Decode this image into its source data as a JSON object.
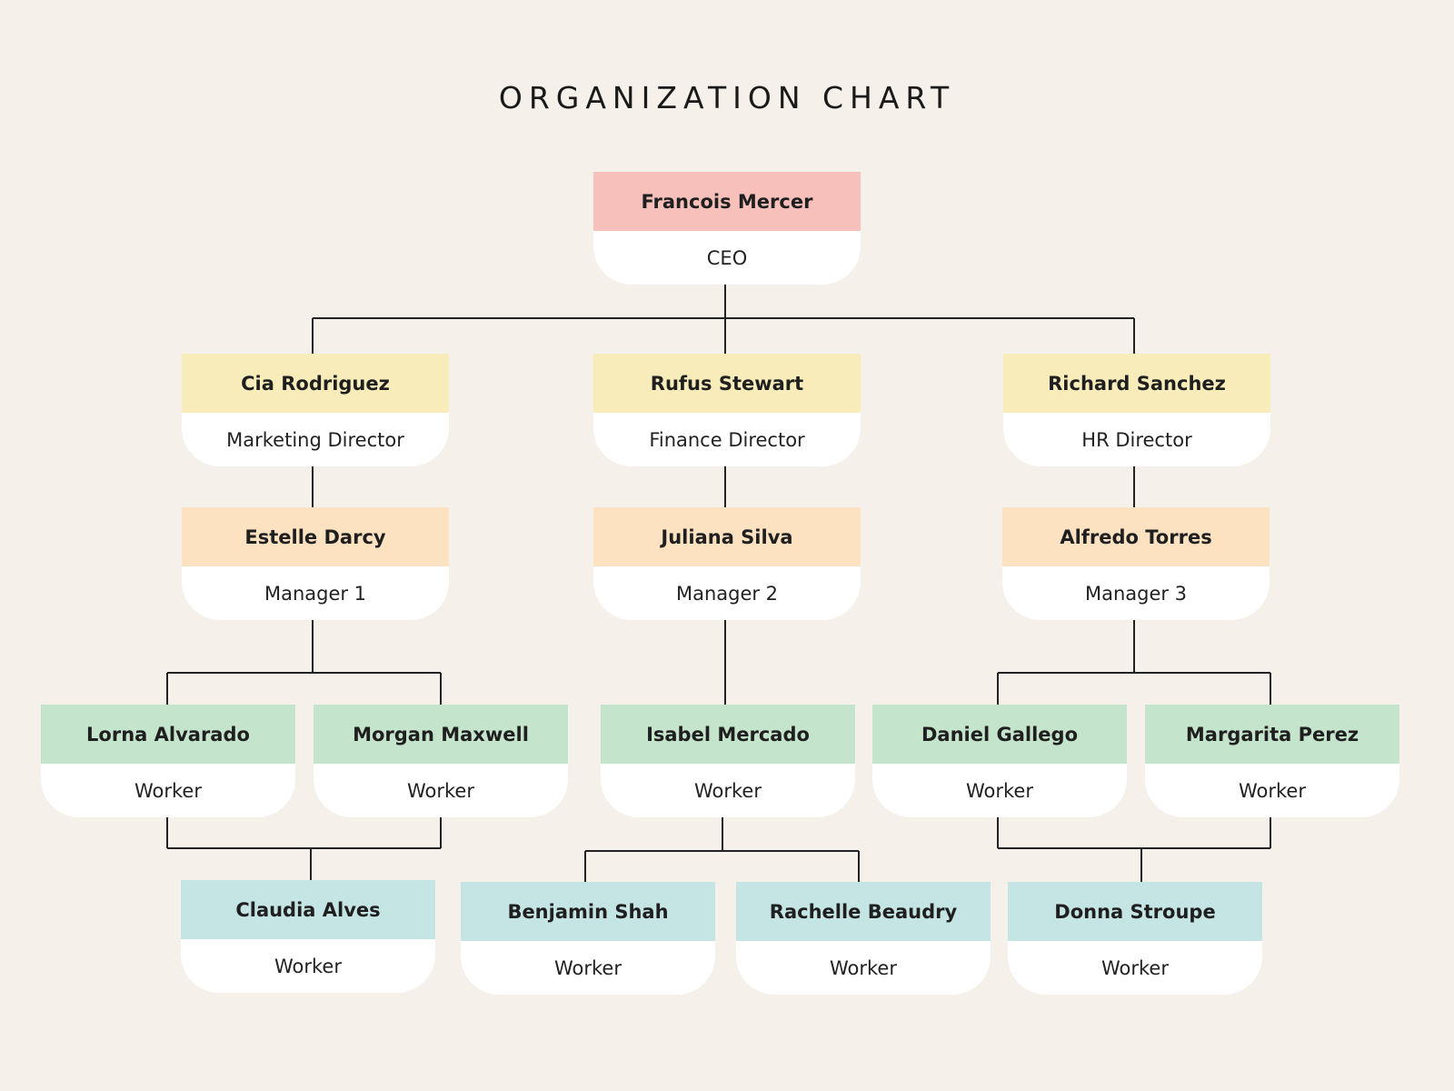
{
  "title": "ORGANIZATION CHART",
  "colors": {
    "background": "#f5f0ea",
    "ceo": "#f8c0bb",
    "director": "#f8edba",
    "manager": "#fce2c1",
    "worker": "#c4e5cc",
    "subworker": "#c5e5e4",
    "card": "#ffffff",
    "line": "#222222"
  },
  "ceo": {
    "name": "Francois Mercer",
    "role": "CEO"
  },
  "directors": [
    {
      "name": "Cia Rodriguez",
      "role": "Marketing Director"
    },
    {
      "name": "Rufus Stewart",
      "role": "Finance Director"
    },
    {
      "name": "Richard Sanchez",
      "role": "HR Director"
    }
  ],
  "managers": [
    {
      "name": "Estelle Darcy",
      "role": "Manager 1"
    },
    {
      "name": "Juliana Silva",
      "role": "Manager 2"
    },
    {
      "name": "Alfredo Torres",
      "role": "Manager 3"
    }
  ],
  "workers": [
    {
      "name": "Lorna Alvarado",
      "role": "Worker"
    },
    {
      "name": "Morgan Maxwell",
      "role": "Worker"
    },
    {
      "name": "Isabel Mercado",
      "role": "Worker"
    },
    {
      "name": "Daniel Gallego",
      "role": "Worker"
    },
    {
      "name": "Margarita Perez",
      "role": "Worker"
    }
  ],
  "subworkers": [
    {
      "name": "Claudia Alves",
      "role": "Worker"
    },
    {
      "name": "Benjamin Shah",
      "role": "Worker"
    },
    {
      "name": "Rachelle Beaudry",
      "role": "Worker"
    },
    {
      "name": "Donna Stroupe",
      "role": "Worker"
    }
  ]
}
